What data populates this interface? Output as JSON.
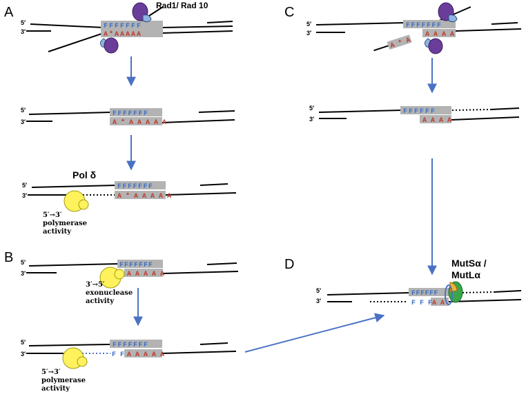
{
  "panels": {
    "a": "A",
    "b": "B",
    "c": "C",
    "d": "D"
  },
  "ends": {
    "five": "5′",
    "three": "3′"
  },
  "seq": {
    "f7": "FFFFFFF",
    "f6": "FFFFFF",
    "a_mis5": "A*AAAAA",
    "a_mis5_spaced": "A * A A A A A",
    "a5": "A A A A A",
    "a_star_c": "A * A",
    "a4": "A A A A",
    "a3": "A A A",
    "ff_b": "F F",
    "fff_d": "F F F",
    "aa_d": "A A"
  },
  "labels": {
    "rad": "Rad1/ Rad 10",
    "pol": "Pol δ",
    "pol_act_1": "5′→3′",
    "pol_act_2": "polymerase",
    "pol_act_3": "activity",
    "exo_1": "3′→5′",
    "exo_2": "exonuclease",
    "exo_3": "activity",
    "mut_1": "MutSα /",
    "mut_2": "MutLα"
  },
  "colors": {
    "dna": "#000000",
    "box": "#b3b3b3",
    "seq_f": "#3b6fc4",
    "seq_a": "#c0392b",
    "arrow": "#4a72c4",
    "rad_purple": "#6a3d9a",
    "rad_blue": "#8fb4e0",
    "pol_yellow": "#fff25c",
    "mut_green": "#3aa64a",
    "mut_orange": "#f2b233",
    "mut_blue": "#4a72c4"
  }
}
